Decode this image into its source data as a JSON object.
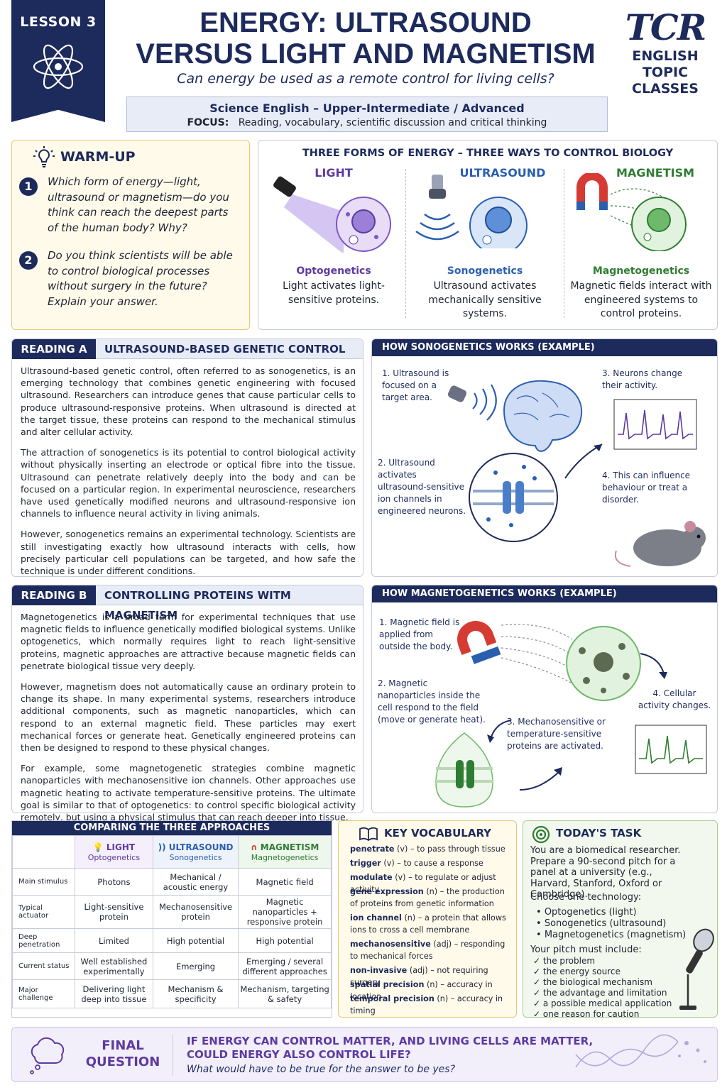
{
  "header": {
    "lesson": "LESSON 3",
    "title_line1": "ENERGY: ULTRASOUND",
    "title_line2": "VERSUS LIGHT AND MAGNETISM",
    "subtitle": "Can energy be used as a remote control for living cells?",
    "logo_mark": "TCR",
    "logo_line1": "ENGLISH",
    "logo_line2": "TOPIC CLASSES",
    "level": "Science English – Upper-Intermediate / Advanced",
    "focus_label": "FOCUS:",
    "focus_text": "Reading, vocabulary, scientific discussion and critical thinking"
  },
  "warmup": {
    "title": "WARM-UP",
    "q1_num": "1",
    "q1": "Which form of energy—light, ultrasound or magnetism—do you think can reach the deepest parts of the human body? Why?",
    "q2_num": "2",
    "q2": "Do you think scientists will be able to control biological processes without surgery in the future? Explain your answer."
  },
  "forms": {
    "title": "THREE FORMS OF ENERGY – THREE WAYS TO CONTROL BIOLOGY",
    "light": {
      "name": "LIGHT",
      "tech": "Optogenetics",
      "desc": "Light activates light-sensitive proteins.",
      "color": "#5d3aa0"
    },
    "ultrasound": {
      "name": "ULTRASOUND",
      "tech": "Sonogenetics",
      "desc": "Ultrasound activates mechanically sensitive systems.",
      "color": "#2a5fb0"
    },
    "magnetism": {
      "name": "MAGNETISM",
      "tech": "Magnetogenetics",
      "desc": "Magnetic fields interact with engineered systems to control proteins.",
      "color": "#2e7d32"
    }
  },
  "reading_a": {
    "tag": "READING A",
    "title": "ULTRASOUND-BASED GENETIC CONTROL",
    "p1": "Ultrasound-based genetic control, often referred to as sonogenetics, is an emerging technology that combines genetic engineering with focused ultrasound. Researchers can introduce genes that cause particular cells to produce ultrasound-responsive proteins. When ultrasound is directed at the target tissue, these proteins can respond to the mechanical stimulus and alter cellular activity.",
    "p2": "The attraction of sonogenetics is its potential to control biological activity without physically inserting an electrode or optical fibre into the tissue. Ultrasound can penetrate relatively deeply into the body and can be focused on a particular region. In experimental neuroscience, researchers have used genetically modified neurons and ultrasound-responsive ion channels to influence neural activity in living animals.",
    "p3": "However, sonogenetics remains an experimental technology. Scientists are still investigating exactly how ultrasound interacts with cells, how precisely particular cell populations can be targeted, and how safe the technique is under different conditions."
  },
  "sono_diagram": {
    "title": "HOW SONOGENETICS WORKS (EXAMPLE)",
    "s1": "1. Ultrasound is focused on a target area.",
    "s2": "2. Ultrasound activates ultrasound-sensitive ion channels in engineered neurons.",
    "s3": "3. Neurons change their activity.",
    "s4": "4. This can influence behaviour or treat a disorder."
  },
  "reading_b": {
    "tag": "READING B",
    "title": "CONTROLLING PROTEINS WITM MAGNETISM",
    "p1": "Magnetogenetics is a broad term for experimental techniques that use magnetic fields to influence genetically modified biological systems. Unlike optogenetics, which normally requires light to reach light-sensitive proteins, magnetic approaches are attractive because magnetic fields can penetrate biological tissue very deeply.",
    "p2": "However, magnetism does not automatically cause an ordinary protein to change its shape. In many experimental systems, researchers introduce additional components, such as magnetic nanoparticles, which can respond to an external magnetic field. These particles may exert mechanical forces or generate heat. Genetically engineered proteins can then be designed to respond to these physical changes.",
    "p3": "For example, some magnetogenetic strategies combine magnetic nanoparticles with mechanosensitive ion channels. Other approaches use magnetic heating to activate temperature-sensitive proteins. The ultimate goal is similar to that of optogenetics: to control specific biological activity remotely, but using a physical stimulus that can reach deeper into tissue."
  },
  "magneto_diagram": {
    "title": "HOW MAGNETOGENETICS WORKS (EXAMPLE)",
    "s1": "1. Magnetic field is applied from outside the body.",
    "s2": "2. Magnetic nanoparticles inside the cell respond to the field (move or generate heat).",
    "s3": "3. Mechanosensitive or temperature-sensitive proteins are activated.",
    "s4": "4. Cellular activity changes."
  },
  "compare": {
    "title": "COMPARING THE THREE APPROACHES",
    "cols": [
      {
        "name": "LIGHT",
        "sub": "Optogenetics"
      },
      {
        "name": "ULTRASOUND",
        "sub": "Sonogenetics"
      },
      {
        "name": "MAGNETISM",
        "sub": "Magnetogenetics"
      }
    ],
    "rows": [
      {
        "label": "Main stimulus",
        "c": [
          "Photons",
          "Mechanical / acoustic energy",
          "Magnetic field"
        ]
      },
      {
        "label": "Typical actuator",
        "c": [
          "Light-sensitive protein",
          "Mechanosensitive protein",
          "Magnetic nanoparticles + responsive protein"
        ]
      },
      {
        "label": "Deep penetration",
        "c": [
          "Limited",
          "High potential",
          "High potential"
        ]
      },
      {
        "label": "Current status",
        "c": [
          "Well established experimentally",
          "Emerging",
          "Emerging / several different approaches"
        ]
      },
      {
        "label": "Major challenge",
        "c": [
          "Delivering light deep into tissue",
          "Mechanism & specificity",
          "Mechanism, targeting & safety"
        ]
      }
    ]
  },
  "vocab": {
    "title": "KEY VOCABULARY",
    "items": [
      {
        "term": "penetrate",
        "def": " (v) – to pass through tissue"
      },
      {
        "term": "trigger",
        "def": " (v) – to cause a response"
      },
      {
        "term": "modulate",
        "def": " (v) – to regulate or adjust activity"
      },
      {
        "term": "gene expression",
        "def": " (n) – the production of proteins from genetic information"
      },
      {
        "term": "ion channel",
        "def": " (n) – a protein that allows ions to cross a cell membrane"
      },
      {
        "term": "mechanosensitive",
        "def": " (adj) – responding to mechanical forces"
      },
      {
        "term": "non-invasive",
        "def": " (adj) – not requiring surgery"
      },
      {
        "term": "spatial precision",
        "def": " (n) – accuracy in location"
      },
      {
        "term": "temporal precision",
        "def": " (n) – accuracy in timing"
      }
    ]
  },
  "task": {
    "title": "TODAY'S TASK",
    "intro": "You are a biomedical researcher. Prepare a 90-second pitch for a panel at a university (e.g., Harvard, Stanford, Oxford or Cambridge).",
    "choose": "Choose one technology:",
    "options": [
      "Optogenetics (light)",
      "Sonogenetics (ultrasound)",
      "Magnetogenetics (magnetism)"
    ],
    "must": "Your pitch must include:",
    "checks": [
      "the problem",
      "the energy source",
      "the biological mechanism",
      "the advantage and limitation",
      "a possible medical application",
      "one reason for caution"
    ]
  },
  "final": {
    "label_line1": "FINAL",
    "label_line2": "QUESTION",
    "q_line1": "IF ENERGY CAN CONTROL MATTER, AND LIVING CELLS ARE MATTER,",
    "q_line2": "COULD ENERGY ALSO CONTROL LIFE?",
    "sub": "What would have to be true for the answer to be yes?"
  }
}
